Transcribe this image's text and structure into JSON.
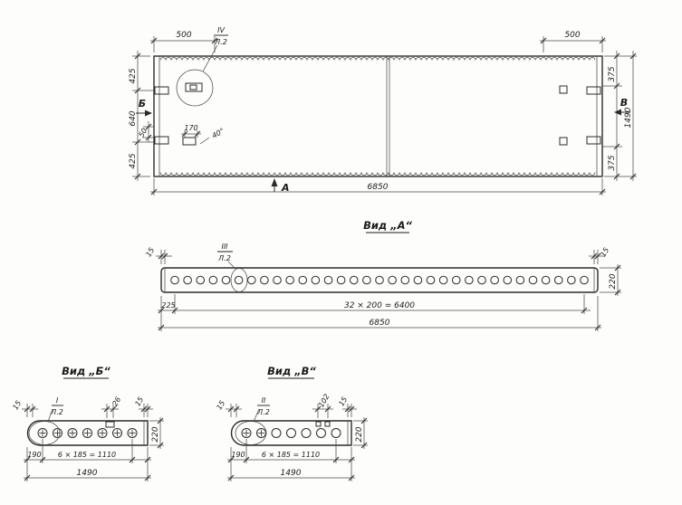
{
  "plan": {
    "dims": {
      "d500_left": "500",
      "d500_right": "500",
      "d425_top": "425",
      "d640": "640",
      "d425_bottom": "425",
      "d50": "50",
      "d170": "170",
      "angle40": "40°",
      "d375_top": "375",
      "d375_bottom": "375",
      "d1490": "1490",
      "d6850": "6850"
    },
    "markers": {
      "section_left": "Б",
      "section_right": "В",
      "view_arrow": "А",
      "detail": {
        "num": "IV",
        "sheet": "Л.2"
      }
    }
  },
  "view_a": {
    "title": "Вид „А“",
    "detail": {
      "num": "III",
      "sheet": "Л.2"
    },
    "dims": {
      "d15_left": "15",
      "d15_right": "15",
      "d225": "225",
      "d_spacing": "32 × 200 = 6400",
      "d6850": "6850",
      "d220": "220"
    },
    "holes": 33
  },
  "view_b": {
    "title": "Вид „Б“",
    "detail": {
      "num": "I",
      "sheet": "Л.2"
    },
    "dims": {
      "d15_left": "15",
      "d26": "26",
      "d15_right": "15",
      "d190": "190",
      "d_spacing": "6 × 185 = 1110",
      "d1490": "1490",
      "d220": "220"
    },
    "holes": 7
  },
  "view_v": {
    "title": "Вид „В“",
    "detail": {
      "num": "II",
      "sheet": "Л.2"
    },
    "dims": {
      "d15_left": "15",
      "d102": "102",
      "d15_right": "15",
      "d190": "190",
      "d_spacing": "6 × 185 = 1110",
      "d1490": "1490",
      "d220": "220"
    },
    "holes": 7
  }
}
